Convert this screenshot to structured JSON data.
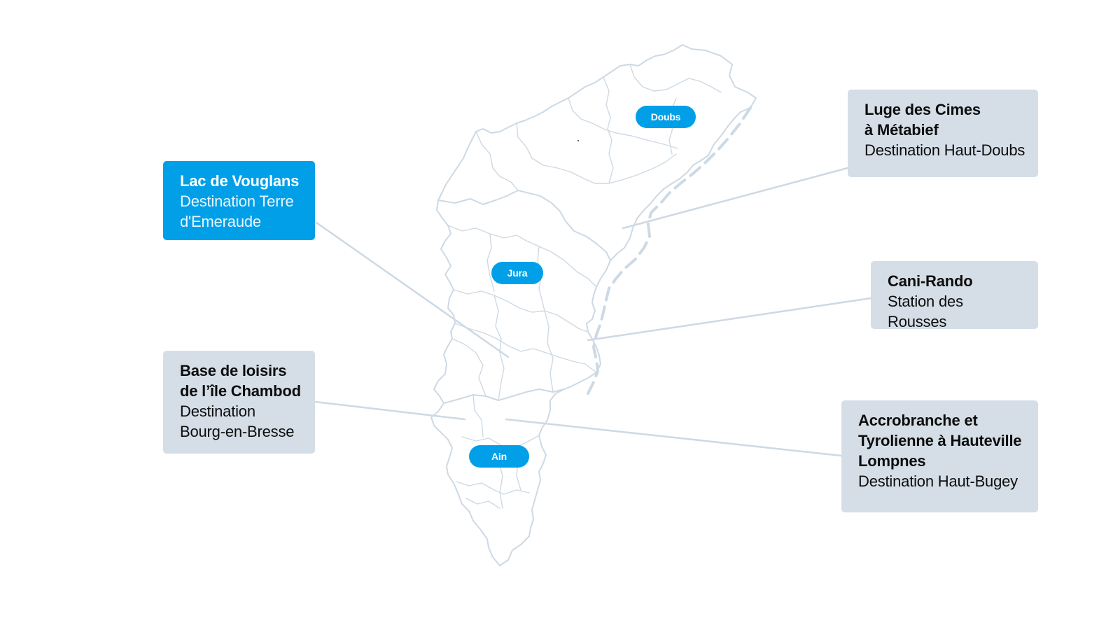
{
  "colors": {
    "accent": "#009fe8",
    "card_background": "#d5dee7",
    "map_stroke": "#cdd9e4",
    "leader_line": "#cdd9e4"
  },
  "departments": [
    {
      "id": "doubs",
      "label": "Doubs"
    },
    {
      "id": "jura",
      "label": "Jura"
    },
    {
      "id": "ain",
      "label": "Ain"
    }
  ],
  "places": [
    {
      "id": "vouglans",
      "title": "Lac de Vouglans",
      "subtitle": "Destination Terre\nd'Emeraude",
      "highlighted": true
    },
    {
      "id": "chambod",
      "title": "Base de loisirs\nde l’île Chambod",
      "subtitle": "Destination\nBourg-en-Bresse",
      "highlighted": false
    },
    {
      "id": "luge",
      "title": "Luge des Cimes\nà Métabief",
      "subtitle": "Destination Haut-Doubs",
      "highlighted": false
    },
    {
      "id": "canirando",
      "title": "Cani-Rando",
      "subtitle": "Station des Rousses",
      "highlighted": false
    },
    {
      "id": "accro",
      "title": "Accrobranche et\nTyrolienne à Hauteville\nLompnes",
      "subtitle": "Destination Haut-Bugey",
      "highlighted": false
    }
  ]
}
